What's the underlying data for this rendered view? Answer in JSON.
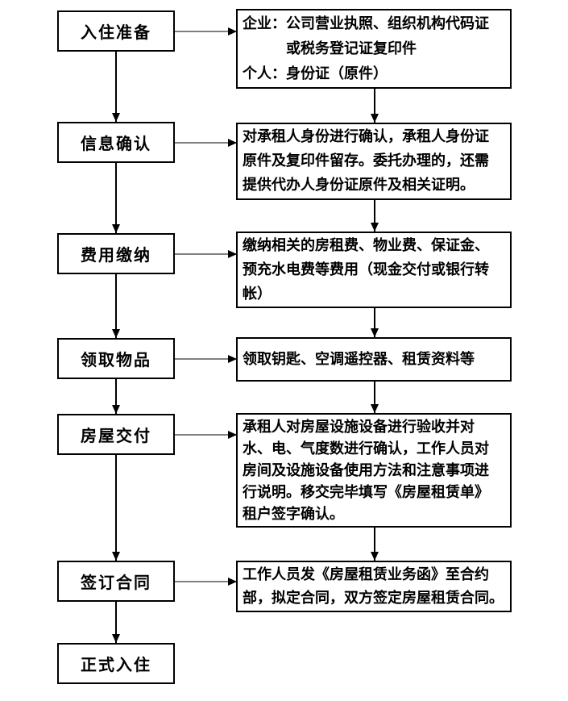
{
  "rows": [
    {
      "step": "入住准备",
      "detail_lines": [
        "企业：公司营业执照、组织机构代码证",
        "　　　或税务登记证复印件",
        "个人：身份证（原件）"
      ]
    },
    {
      "step": "信息确认",
      "detail_lines": [
        "对承租人身份进行确认，承租人身份证",
        "原件及复印件留存。委托办理的，还需",
        "提供代办人身份证原件及相关证明。"
      ]
    },
    {
      "step": "费用缴纳",
      "detail_lines": [
        "缴纳相关的房租费、物业费、保证金、",
        "预充水电费等费用（现金交付或银行转",
        "帐）"
      ]
    },
    {
      "step": "领取物品",
      "detail_lines": [
        "领取钥匙、空调遥控器、租赁资料等"
      ]
    },
    {
      "step": "房屋交付",
      "detail_lines": [
        "承租人对房屋设施设备进行验收并对",
        "水、电、气度数进行确认，工作人员对",
        "房间及设施设备使用方法和注意事项进",
        "行说明。移交完毕填写《房屋租赁单》",
        "租户签字确认。"
      ]
    },
    {
      "step": "签订合同",
      "detail_lines": [
        "工作人员发《房屋租赁业务函》至合约",
        "部，拟定合同，双方签定房屋租赁合同。"
      ]
    },
    {
      "step": "正式入住"
    }
  ],
  "colors": {
    "background": "#ffffff",
    "box_border": "#000000",
    "text": "#000000",
    "horizontal_arrow_shaft": "#808080",
    "arrow_head": "#000000"
  }
}
